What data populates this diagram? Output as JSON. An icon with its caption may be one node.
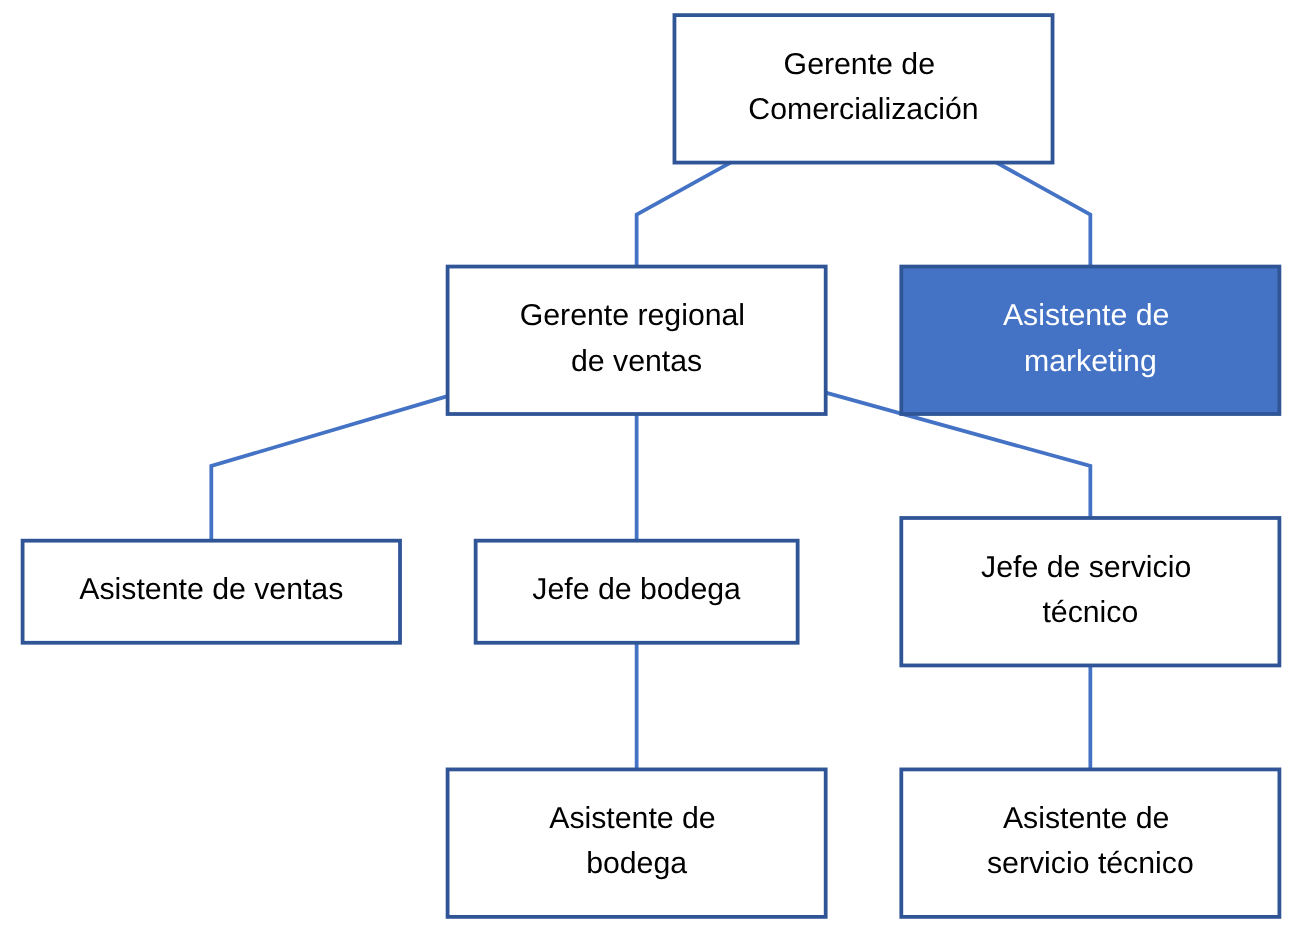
{
  "diagram": {
    "nodes": [
      {
        "text": [
          "Gerente de Comercialización"
        ]
      },
      {
        "text": [
          "Gerente regional de ventas"
        ]
      },
      {
        "text": [
          "Asistente de marketing"
        ]
      },
      {
        "text": [
          "Asistente de ventas"
        ]
      },
      {
        "text": [
          "Jefe de bodega"
        ]
      },
      {
        "text": [
          "Jefe de servicio técnico"
        ]
      },
      {
        "text": [
          "Asistente de bodega"
        ]
      },
      {
        "text": [
          "Asistente de servicio técnico"
        ]
      }
    ],
    "edges": [
      {
        "from": 0,
        "to": 1,
        "arrow": "none"
      },
      {
        "from": 0,
        "to": 2,
        "arrow": "none"
      },
      {
        "from": 1,
        "to": 3,
        "arrow": "none"
      },
      {
        "from": 1,
        "to": 4,
        "arrow": "none"
      },
      {
        "from": 1,
        "to": 5,
        "arrow": "none"
      },
      {
        "from": 4,
        "to": 6,
        "arrow": "none"
      },
      {
        "from": 5,
        "to": 7,
        "arrow": "none"
      }
    ]
  }
}
